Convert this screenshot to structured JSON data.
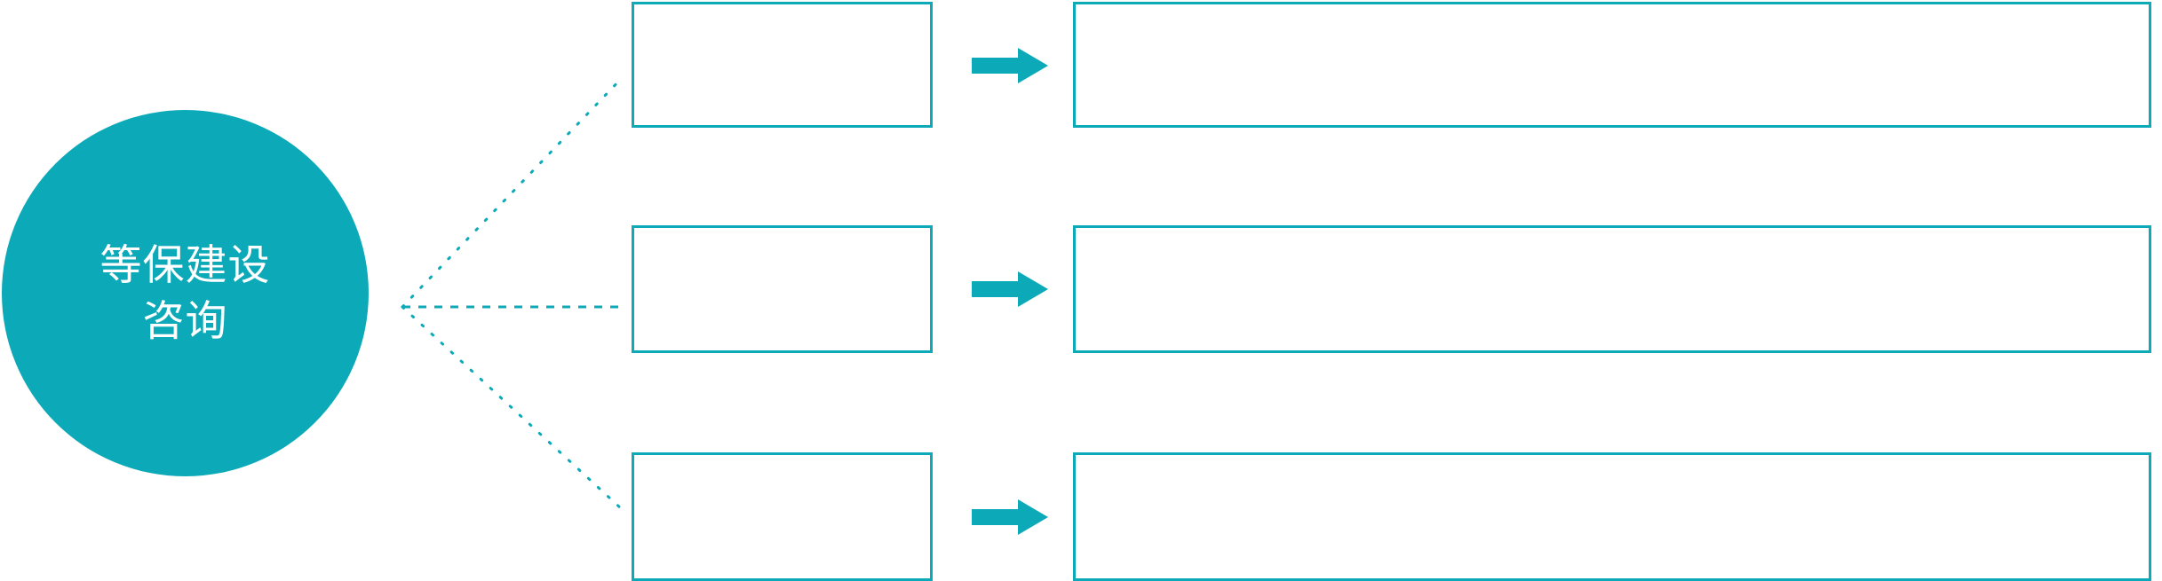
{
  "diagram": {
    "type": "hub-and-spoke",
    "accent_color": "#0CAAB8",
    "background_color": "#ffffff",
    "text_color": "#ffffff",
    "connector_style": "dotted"
  },
  "hub": {
    "name": "hub-circle",
    "line1": "等保建设",
    "line2": "咨询"
  },
  "rows": [
    {
      "label": "",
      "detail": "",
      "arrow_icon": "right-arrow-icon"
    },
    {
      "label": "",
      "detail": "",
      "arrow_icon": "right-arrow-icon"
    },
    {
      "label": "",
      "detail": "",
      "arrow_icon": "right-arrow-icon"
    }
  ]
}
